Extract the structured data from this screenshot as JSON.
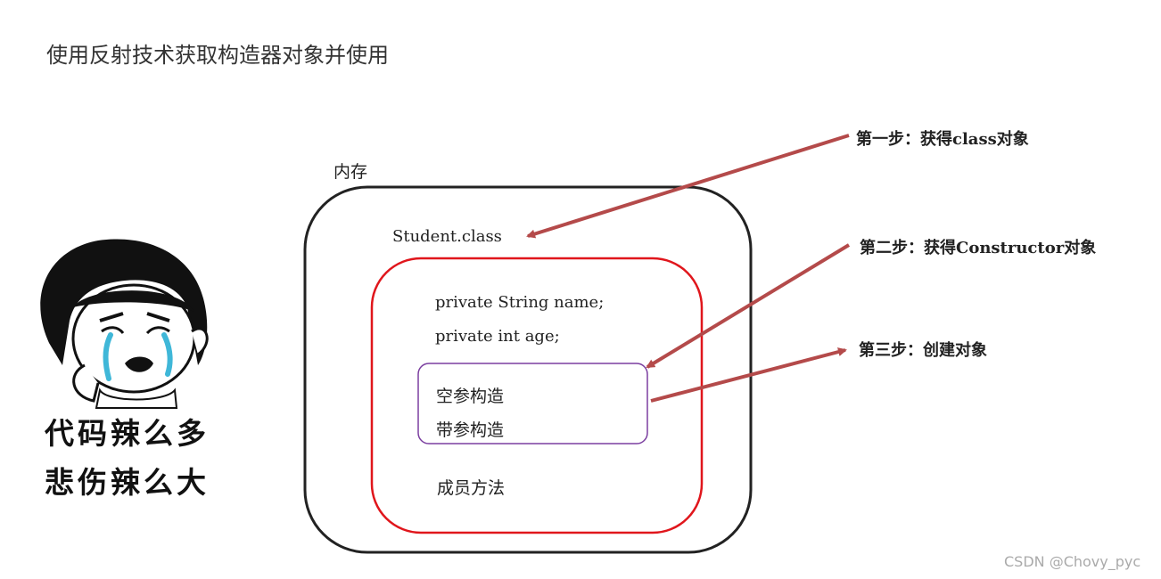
{
  "title": "使用反射技术获取构造器对象并使用",
  "memory": {
    "label": "内存",
    "class_name": "Student.class",
    "fields": [
      "private String name;",
      "private int age;"
    ],
    "constructors": [
      "空参构造",
      "带参构造"
    ],
    "methods_label": "成员方法"
  },
  "steps": [
    "第一步：获得class对象",
    "第二步：获得Constructor对象",
    "第三步：创建对象"
  ],
  "meme": {
    "line1": "代码辣么多",
    "line2": "悲伤辣么大"
  },
  "watermark": "CSDN @Chovy_pyc",
  "colors": {
    "outer_box": "#222222",
    "inner_box": "#e0161c",
    "constructor_box": "#7b3fa0",
    "arrow": "#b44a4a"
  }
}
